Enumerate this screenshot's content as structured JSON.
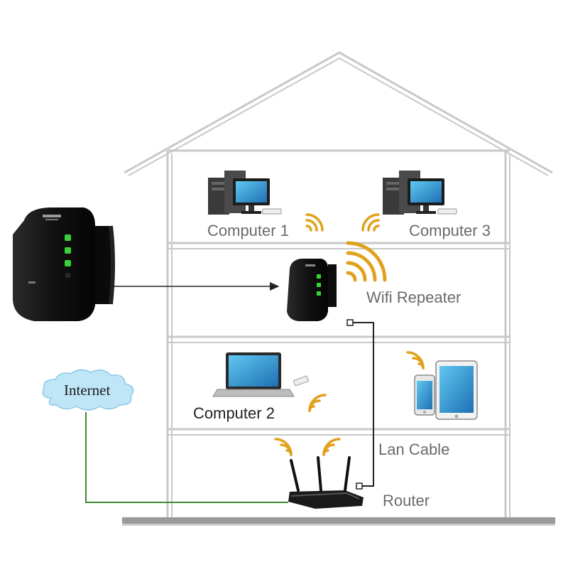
{
  "labels": {
    "computer1": "Computer 1",
    "computer3": "Computer 3",
    "wifi_repeater": "Wifi Repeater",
    "computer2": "Computer 2",
    "lan_cable": "Lan Cable",
    "router": "Router",
    "internet": "Internet"
  },
  "colors": {
    "house_outline": "#c8c8c8",
    "wifi_signal": "#e0a21e",
    "internet_line": "#3c8a2a",
    "lan_line": "#222222",
    "cloud_fill": "#bfe6f7",
    "device_black": "#1a1a1a",
    "led_green": "#3ad13a"
  },
  "icons": [
    "house-outline",
    "desktop-computer-icon",
    "laptop-icon",
    "wifi-repeater-device",
    "router-icon",
    "smartphone-icon",
    "tablet-icon",
    "usb-wifi-adapter-icon",
    "wifi-signal-icon",
    "internet-cloud-icon"
  ]
}
